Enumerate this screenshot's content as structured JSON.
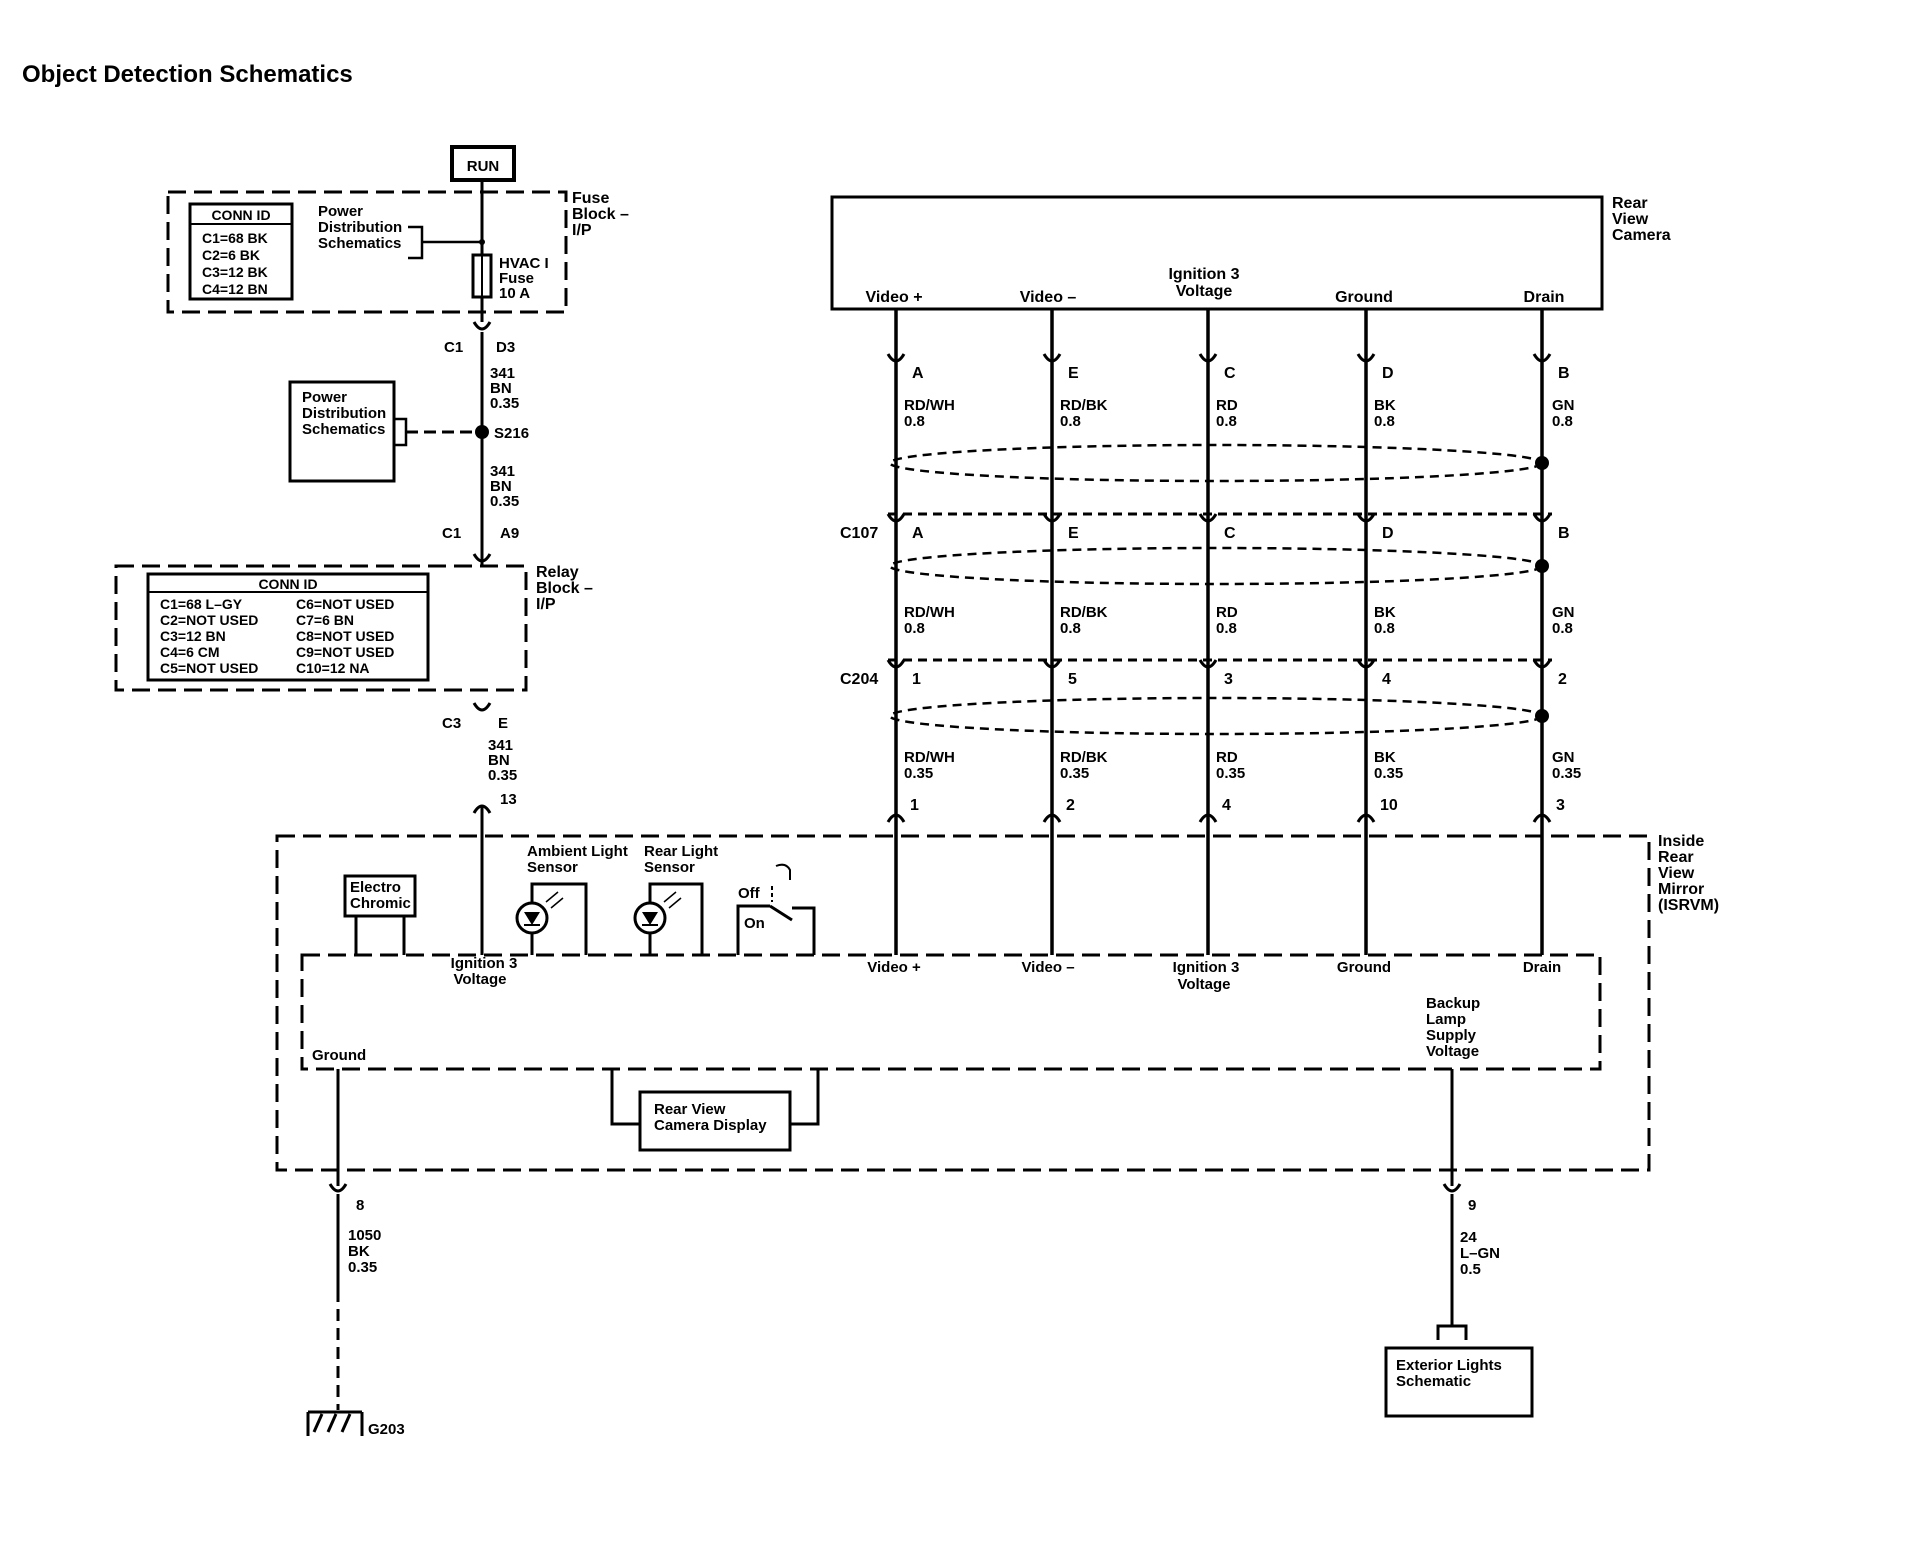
{
  "title": "Object Detection Schematics",
  "power": {
    "run": "RUN",
    "fuse_block_label": [
      "Fuse",
      "Block –",
      "I/P"
    ],
    "fuse_block_conn_title": "CONN ID",
    "fuse_block_conn": [
      "C1=68 BK",
      "C2=6 BK",
      "C3=12 BK",
      "C4=12 BN"
    ],
    "power_dist_1": [
      "Power",
      "Distribution",
      "Schematics"
    ],
    "fuse_label": [
      "HVAC I",
      "Fuse",
      "10 A"
    ],
    "c1": "C1",
    "d3": "D3",
    "wire1": [
      "341",
      "BN",
      "0.35"
    ],
    "power_dist_2": [
      "Power",
      "Distribution",
      "Schematics"
    ],
    "splice": "S216",
    "wire2": [
      "341",
      "BN",
      "0.35"
    ],
    "c1b": "C1",
    "a9": "A9",
    "relay_block_label": [
      "Relay",
      "Block –",
      "I/P"
    ],
    "relay_conn_title": "CONN ID",
    "relay_conn_left": [
      "C1=68 L–GY",
      "C2=NOT USED",
      "C3=12 BN",
      "C4=6 CM",
      "C5=NOT USED"
    ],
    "relay_conn_right": [
      "C6=NOT USED",
      "C7=6 BN",
      "C8=NOT USED",
      "C9=NOT USED",
      "C10=12 NA"
    ],
    "c3": "C3",
    "e_pin": "E",
    "wire3": [
      "341",
      "BN",
      "0.35"
    ],
    "pin13": "13"
  },
  "camera": {
    "label": [
      "Rear",
      "View",
      "Camera"
    ],
    "terminals": [
      "Video +",
      "Video –",
      "Ignition 3",
      "Voltage",
      "Ground",
      "Drain"
    ],
    "top_pins": [
      "A",
      "E",
      "C",
      "D",
      "B"
    ],
    "top_wires": [
      [
        "RD/WH",
        "0.8"
      ],
      [
        "RD/BK",
        "0.8"
      ],
      [
        "RD",
        "0.8"
      ],
      [
        "BK",
        "0.8"
      ],
      [
        "GN",
        "0.8"
      ]
    ],
    "c107": "C107",
    "c107_pins": [
      "A",
      "E",
      "C",
      "D",
      "B"
    ],
    "mid_wires": [
      [
        "RD/WH",
        "0.8"
      ],
      [
        "RD/BK",
        "0.8"
      ],
      [
        "RD",
        "0.8"
      ],
      [
        "BK",
        "0.8"
      ],
      [
        "GN",
        "0.8"
      ]
    ],
    "c204": "C204",
    "c204_pins": [
      "1",
      "5",
      "3",
      "4",
      "2"
    ],
    "low_wires": [
      [
        "RD/WH",
        "0.35"
      ],
      [
        "RD/BK",
        "0.35"
      ],
      [
        "RD",
        "0.35"
      ],
      [
        "BK",
        "0.35"
      ],
      [
        "GN",
        "0.35"
      ]
    ],
    "mirror_pins": [
      "1",
      "2",
      "4",
      "10",
      "3"
    ]
  },
  "mirror": {
    "label": [
      "Inside",
      "Rear",
      "View",
      "Mirror",
      "(ISRVM)"
    ],
    "electro": [
      "Electro",
      "Chromic"
    ],
    "ambient": [
      "Ambient Light",
      "Sensor"
    ],
    "rear_sensor": [
      "Rear Light",
      "Sensor"
    ],
    "off": "Off",
    "on": "On",
    "ign_voltage": [
      "Ignition 3",
      "Voltage"
    ],
    "inner_terms": [
      "Video +",
      "Video –",
      "Ignition 3",
      "Voltage",
      "Ground",
      "Drain"
    ],
    "backup": [
      "Backup",
      "Lamp",
      "Supply",
      "Voltage"
    ],
    "ground": "Ground",
    "display": [
      "Rear View",
      "Camera Display"
    ],
    "pin8": "8",
    "pin9": "9"
  },
  "bottom": {
    "ground_wire": [
      "1050",
      "BK",
      "0.35"
    ],
    "g203": "G203",
    "supply_wire": [
      "24",
      "L–GN",
      "0.5"
    ],
    "ext_lights": [
      "Exterior Lights",
      "Schematic"
    ]
  }
}
